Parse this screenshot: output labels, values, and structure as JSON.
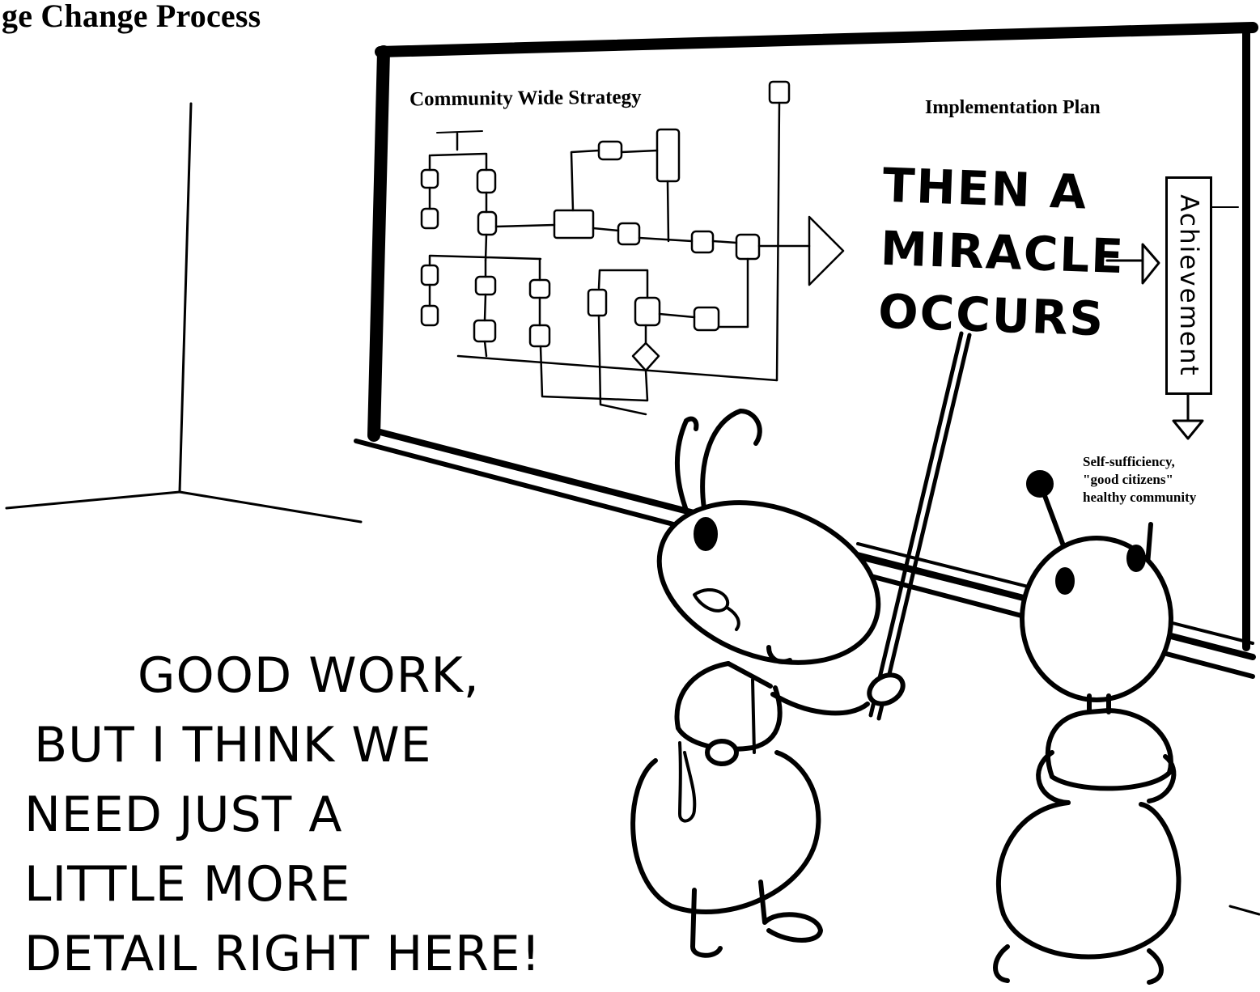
{
  "page": {
    "heading": "ge Change Process"
  },
  "whiteboard": {
    "strategy_label": "Community Wide Strategy",
    "implementation_label": "Implementation Plan",
    "miracle_lines": [
      "THEN A",
      "MIRACLE",
      "OCCURS"
    ],
    "achievement_label": "Achievement",
    "outcome_lines": [
      "Self-sufficiency,",
      "\"good citizens\"",
      "healthy community"
    ]
  },
  "speech": {
    "lines": [
      "GOOD WORK,",
      "BUT I THINK WE",
      "NEED JUST A",
      "LITTLE MORE",
      "DETAIL RIGHT HERE!"
    ]
  },
  "colors": {
    "ink": "#000000",
    "paper": "#ffffff"
  }
}
